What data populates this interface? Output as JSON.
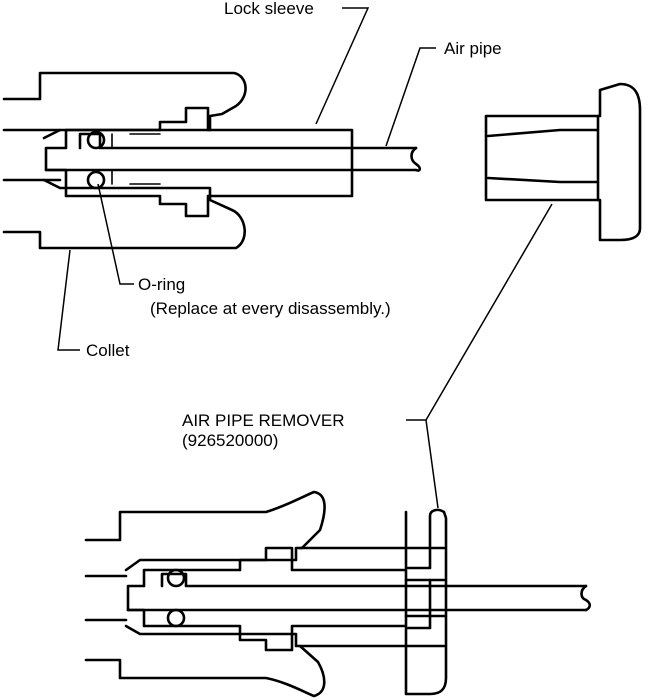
{
  "labels": {
    "lock_sleeve": "Lock sleeve",
    "air_pipe": "Air pipe",
    "o_ring": "O-ring",
    "o_ring_note": "(Replace at every disassembly.)",
    "collet": "Collet",
    "remover_name": "AIR PIPE REMOVER",
    "remover_part_no": "(926520000)"
  }
}
